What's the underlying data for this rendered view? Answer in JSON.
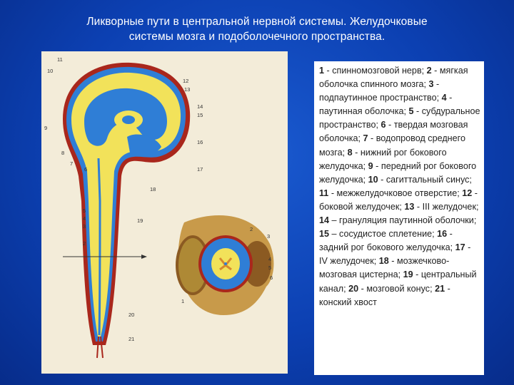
{
  "slide": {
    "title_line1": "Ликворные пути в центральной нервной системы. Желудочковые",
    "title_line2": "системы мозга и подоболочечного пространства."
  },
  "legend": [
    {
      "num": "1",
      "text": " - спинномозговой нерв; "
    },
    {
      "num": "2",
      "text": " - мягкая оболочка спинного мозга; "
    },
    {
      "num": "3",
      "text": " - подпаутинное пространство; "
    },
    {
      "num": "4",
      "text": " - паутинная оболочка; "
    },
    {
      "num": "5",
      "text": " - субдуральное пространство; "
    },
    {
      "num": "6",
      "text": " - твердая мозговая оболочка; "
    },
    {
      "num": "7",
      "text": " - водопровод среднего мозга; "
    },
    {
      "num": "8",
      "text": " - нижний рог бокового желудочка; "
    },
    {
      "num": "9",
      "text": " - передний рог бокового желудочка; "
    },
    {
      "num": "10",
      "text": " - сагиттальный синус; "
    },
    {
      "num": "11",
      "text": " - межжелудочковое отверстие; "
    },
    {
      "num": "12",
      "text": " - боковой желудочек; "
    },
    {
      "num": "13",
      "text": " - III желудочек; "
    },
    {
      "num": "14",
      "text": " – грануляция паутинной оболочки; "
    },
    {
      "num": "15",
      "text": " – сосудистое сплетение; "
    },
    {
      "num": "16",
      "text": " - задний рог бокового желудочка; "
    },
    {
      "num": "17",
      "text": " - IV желудочек; "
    },
    {
      "num": "18",
      "text": " - мозжечково-мозговая цистерна; "
    },
    {
      "num": "19",
      "text": " - центральный канал; "
    },
    {
      "num": "20",
      "text": " - мозговой конус; "
    },
    {
      "num": "21",
      "text": " - конский хвост"
    }
  ],
  "figure_labels": {
    "sagittal": [
      "11",
      "10",
      "12",
      "13",
      "14",
      "15",
      "9",
      "16",
      "8",
      "7",
      "6",
      "17",
      "18",
      "5",
      "4",
      "3",
      "19",
      "2",
      "20",
      "21"
    ],
    "cross_section": [
      "2",
      "3",
      "4",
      "5",
      "6",
      "1"
    ]
  },
  "colors": {
    "background": "#0c40b2",
    "ventricles": "#2f7ed6",
    "brain_tissue": "#f2e25a",
    "dura": "#b12a1e",
    "bone": "#c89a4a"
  }
}
